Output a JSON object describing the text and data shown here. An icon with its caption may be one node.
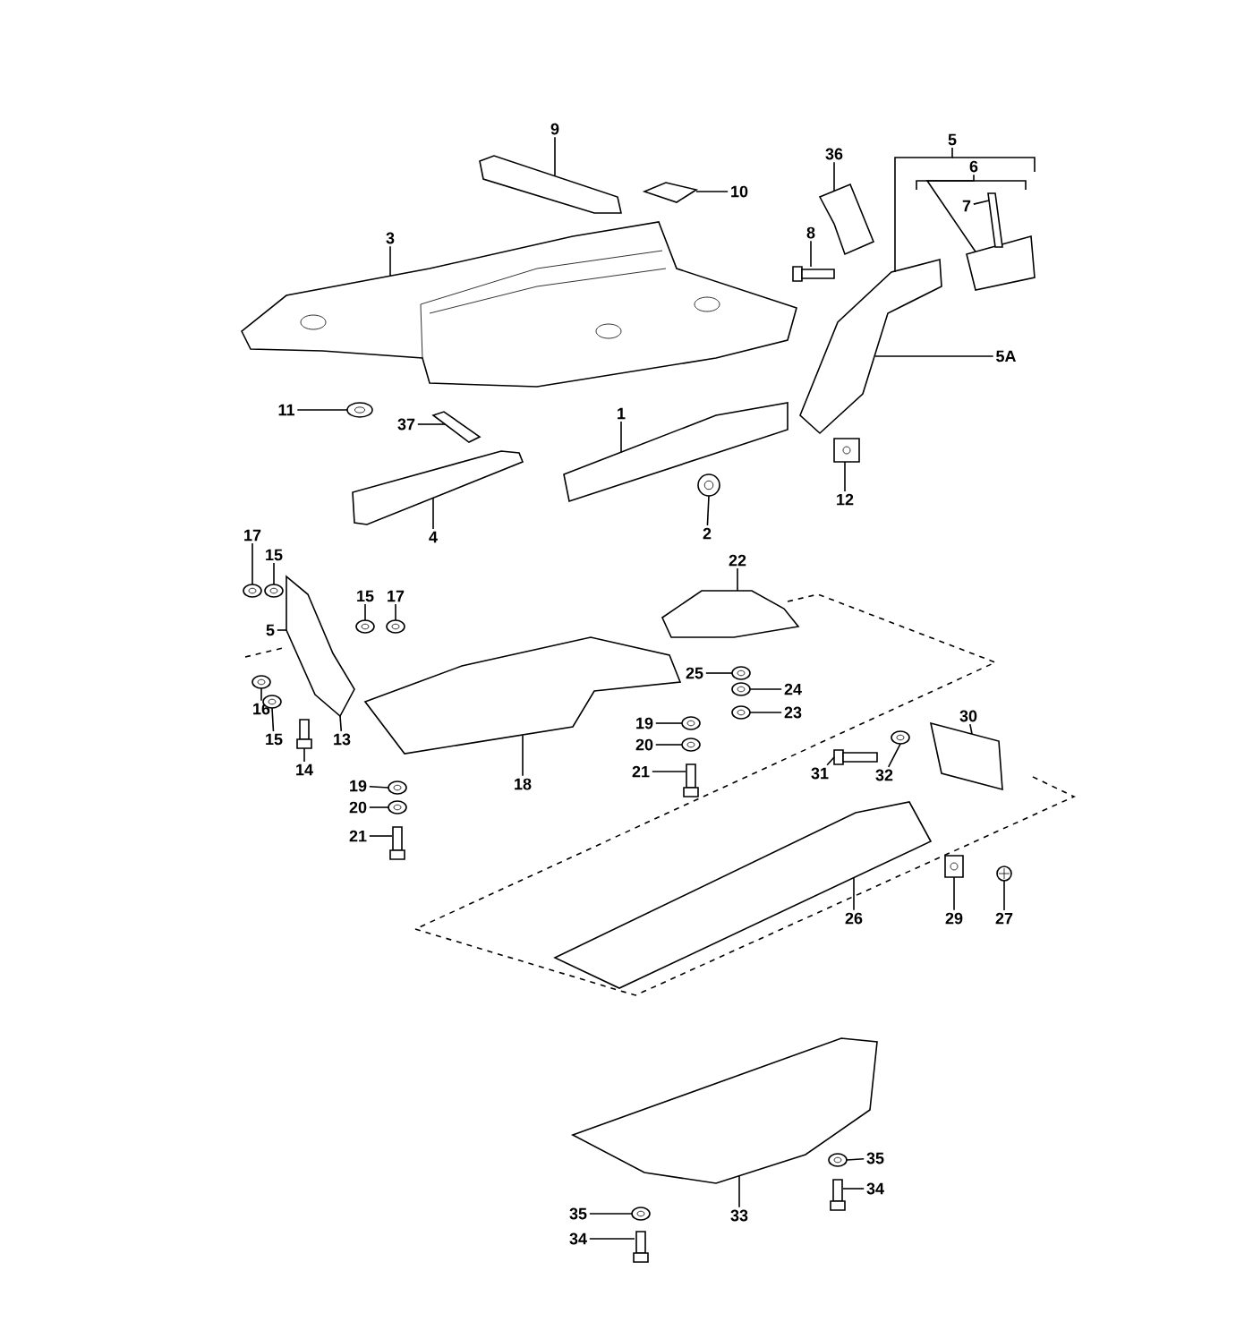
{
  "diagram": {
    "nodes": [
      {
        "text": [
          "9"
        ]
      },
      {
        "text": [
          "10"
        ]
      },
      {
        "text": [
          "3"
        ]
      },
      {
        "text": [
          "36"
        ]
      },
      {
        "text": [
          "8"
        ]
      },
      {
        "text": [
          "5"
        ]
      },
      {
        "text": [
          "6"
        ]
      },
      {
        "text": [
          "7"
        ]
      },
      {
        "text": [
          "5A"
        ]
      },
      {
        "text": [
          "11"
        ]
      },
      {
        "text": [
          "37"
        ]
      },
      {
        "text": [
          "1"
        ]
      },
      {
        "text": [
          "4"
        ]
      },
      {
        "text": [
          "2"
        ]
      },
      {
        "text": [
          "12"
        ]
      },
      {
        "text": [
          "22"
        ]
      },
      {
        "text": [
          "17"
        ]
      },
      {
        "text": [
          "15"
        ]
      },
      {
        "text": [
          "15"
        ]
      },
      {
        "text": [
          "17"
        ]
      },
      {
        "text": [
          "5"
        ]
      },
      {
        "text": [
          "25"
        ]
      },
      {
        "text": [
          "24"
        ]
      },
      {
        "text": [
          "23"
        ]
      },
      {
        "text": [
          "16"
        ]
      },
      {
        "text": [
          "15"
        ]
      },
      {
        "text": [
          "13"
        ]
      },
      {
        "text": [
          "14"
        ]
      },
      {
        "text": [
          "19"
        ]
      },
      {
        "text": [
          "20"
        ]
      },
      {
        "text": [
          "21"
        ]
      },
      {
        "text": [
          "30"
        ]
      },
      {
        "text": [
          "18"
        ]
      },
      {
        "text": [
          "19"
        ]
      },
      {
        "text": [
          "20"
        ]
      },
      {
        "text": [
          "21"
        ]
      },
      {
        "text": [
          "31"
        ]
      },
      {
        "text": [
          "32"
        ]
      },
      {
        "text": [
          "26"
        ]
      },
      {
        "text": [
          "29"
        ]
      },
      {
        "text": [
          "27"
        ]
      },
      {
        "text": [
          "35"
        ]
      },
      {
        "text": [
          "34"
        ]
      },
      {
        "text": [
          "33"
        ]
      },
      {
        "text": [
          "35"
        ]
      },
      {
        "text": [
          "34"
        ]
      },
      {
        "text": [],
        "shape": "picture"
      },
      {
        "text": [],
        "shape": "picture"
      },
      {
        "text": [],
        "shape": "picture"
      },
      {
        "text": [],
        "shape": "picture"
      },
      {
        "text": [],
        "shape": "picture"
      },
      {
        "text": [],
        "shape": "picture"
      },
      {
        "text": [],
        "shape": "picture"
      },
      {
        "text": [],
        "shape": "picture"
      },
      {
        "text": [],
        "shape": "picture"
      },
      {
        "text": [],
        "shape": "picture"
      },
      {
        "text": [],
        "shape": "picture"
      },
      {
        "text": [],
        "shape": "picture"
      },
      {
        "text": [],
        "shape": "picture"
      },
      {
        "text": [],
        "shape": "picture"
      },
      {
        "text": [],
        "shape": "picture"
      },
      {
        "text": [],
        "shape": "picture"
      },
      {
        "text": [],
        "shape": "picture"
      },
      {
        "text": [],
        "shape": "picture"
      },
      {
        "text": [],
        "shape": "picture"
      },
      {
        "text": [],
        "shape": "picture"
      },
      {
        "text": [],
        "shape": "picture"
      },
      {
        "text": [],
        "shape": "picture"
      },
      {
        "text": [],
        "shape": "picture"
      },
      {
        "text": [],
        "shape": "picture"
      },
      {
        "text": [],
        "shape": "picture"
      },
      {
        "text": [],
        "shape": "picture"
      },
      {
        "text": [],
        "shape": "picture"
      },
      {
        "text": [],
        "shape": "picture"
      },
      {
        "text": [],
        "shape": "picture"
      },
      {
        "text": [],
        "shape": "picture"
      },
      {
        "text": [],
        "shape": "picture"
      },
      {
        "text": [],
        "shape": "picture"
      },
      {
        "text": [],
        "shape": "picture"
      },
      {
        "text": [],
        "shape": "picture"
      },
      {
        "text": [],
        "shape": "picture"
      },
      {
        "text": [],
        "shape": "picture"
      },
      {
        "text": [],
        "shape": "picture"
      },
      {
        "text": [],
        "shape": "picture"
      },
      {
        "text": [],
        "shape": "picture"
      },
      {
        "text": [],
        "shape": "picture"
      },
      {
        "text": [],
        "shape": "picture"
      },
      {
        "text": [],
        "shape": "picture"
      },
      {
        "text": [],
        "shape": "picture"
      },
      {
        "text": [],
        "shape": "picture"
      }
    ],
    "edges": [
      {
        "from": 0,
        "to": 46,
        "arrow": "none"
      },
      {
        "from": 1,
        "to": 47,
        "arrow": "none"
      },
      {
        "from": 2,
        "to": 48,
        "arrow": "none"
      },
      {
        "from": 3,
        "to": 49,
        "arrow": "none"
      },
      {
        "from": 4,
        "to": 50,
        "arrow": "none"
      },
      {
        "from": 5,
        "to": 51,
        "arrow": "none"
      },
      {
        "from": 6,
        "to": 52,
        "arrow": "none"
      },
      {
        "from": 7,
        "to": 53,
        "arrow": "none"
      },
      {
        "from": 8,
        "to": 51,
        "arrow": "none"
      },
      {
        "from": 9,
        "to": 54,
        "arrow": "none"
      },
      {
        "from": 10,
        "to": 55,
        "arrow": "none"
      },
      {
        "from": 11,
        "to": 56,
        "arrow": "none"
      },
      {
        "from": 12,
        "to": 57,
        "arrow": "none"
      },
      {
        "from": 13,
        "to": 58,
        "arrow": "none"
      },
      {
        "from": 14,
        "to": 59,
        "arrow": "none"
      },
      {
        "from": 15,
        "to": 60,
        "arrow": "none"
      },
      {
        "from": 16,
        "to": 61,
        "arrow": "none"
      },
      {
        "from": 17,
        "to": 62,
        "arrow": "none"
      },
      {
        "from": 18,
        "to": 63,
        "arrow": "none"
      },
      {
        "from": 19,
        "to": 64,
        "arrow": "none"
      },
      {
        "from": 20,
        "to": 65,
        "arrow": "none"
      },
      {
        "from": 21,
        "to": 66,
        "arrow": "none"
      },
      {
        "from": 22,
        "to": 67,
        "arrow": "none"
      },
      {
        "from": 23,
        "to": 68,
        "arrow": "none"
      },
      {
        "from": 24,
        "to": 69,
        "arrow": "none"
      },
      {
        "from": 25,
        "to": 70,
        "arrow": "none"
      },
      {
        "from": 26,
        "to": 65,
        "arrow": "none"
      },
      {
        "from": 27,
        "to": 71,
        "arrow": "none"
      },
      {
        "from": 28,
        "to": 72,
        "arrow": "none"
      },
      {
        "from": 29,
        "to": 73,
        "arrow": "none"
      },
      {
        "from": 30,
        "to": 74,
        "arrow": "none"
      },
      {
        "from": 31,
        "to": 75,
        "arrow": "none"
      },
      {
        "from": 32,
        "to": 76,
        "arrow": "none"
      },
      {
        "from": 33,
        "to": 77,
        "arrow": "none"
      },
      {
        "from": 34,
        "to": 78,
        "arrow": "none"
      },
      {
        "from": 35,
        "to": 79,
        "arrow": "none"
      },
      {
        "from": 36,
        "to": 80,
        "arrow": "none"
      },
      {
        "from": 37,
        "to": 81,
        "arrow": "none"
      },
      {
        "from": 38,
        "to": 82,
        "arrow": "none"
      },
      {
        "from": 39,
        "to": 83,
        "arrow": "none"
      },
      {
        "from": 40,
        "to": 84,
        "arrow": "none"
      },
      {
        "from": 41,
        "to": 85,
        "arrow": "none"
      },
      {
        "from": 42,
        "to": 86,
        "arrow": "none"
      },
      {
        "from": 43,
        "to": 87,
        "arrow": "none"
      },
      {
        "from": 44,
        "to": 88,
        "arrow": "none"
      },
      {
        "from": 45,
        "to": 89,
        "arrow": "none"
      }
    ]
  }
}
